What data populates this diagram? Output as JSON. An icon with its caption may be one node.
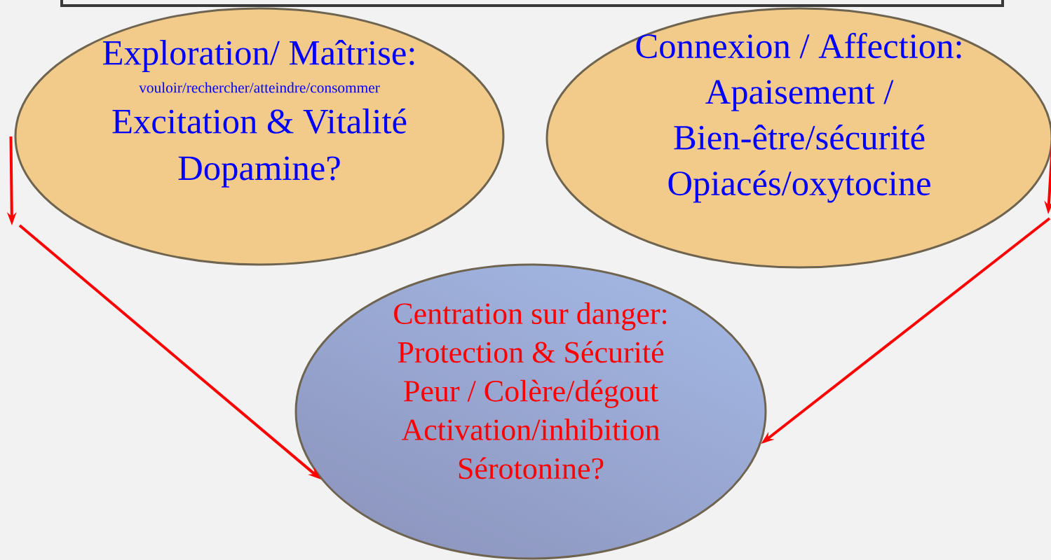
{
  "diagram": {
    "nodes": [
      {
        "text": [],
        "shape": "box"
      },
      {
        "text": [
          "Exploration/ Maîtrise:",
          "vouloir/rechercher/atteindre/consommer",
          "Excitation & Vitalité",
          "Dopamine?"
        ]
      },
      {
        "text": [
          "Connexion / Affection:",
          "Apaisement / Bien-être/sécurité",
          "Opiacés/oxytocine"
        ]
      },
      {
        "text": [
          "Centration sur danger:",
          "Protection & Sécurité",
          "Peur / Colère/dégout",
          "Activation/inhibition",
          "Sérotonine?"
        ]
      }
    ],
    "edges": [
      {
        "from": 1,
        "to": null,
        "arrow": "to"
      },
      {
        "from": 2,
        "to": null,
        "arrow": "to"
      },
      {
        "from": null,
        "to": 3,
        "arrow": "to"
      },
      {
        "from": null,
        "to": 3,
        "arrow": "to"
      }
    ]
  }
}
